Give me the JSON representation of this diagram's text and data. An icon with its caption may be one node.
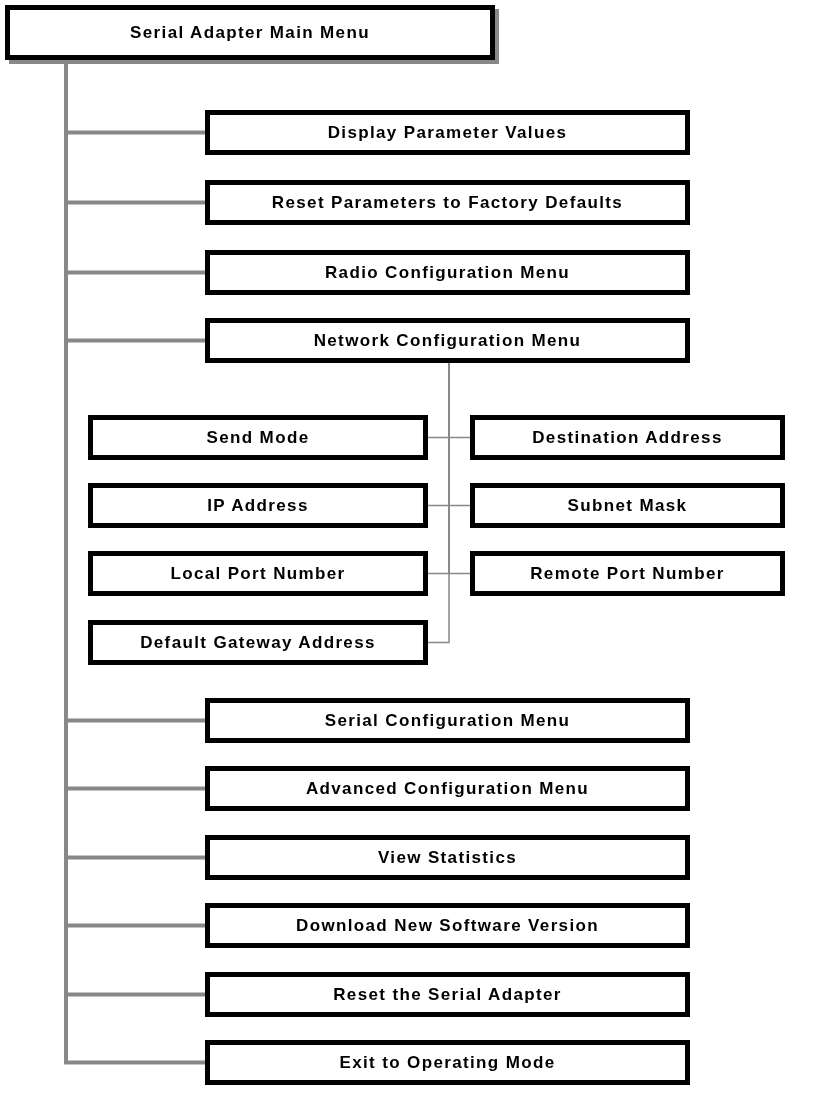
{
  "diagram": {
    "nodes": [
      {
        "text": [
          "Serial Adapter Main Menu"
        ]
      },
      {
        "text": [
          "Display Parameter Values"
        ]
      },
      {
        "text": [
          "Reset Parameters to Factory Defaults"
        ]
      },
      {
        "text": [
          "Radio Configuration Menu"
        ]
      },
      {
        "text": [
          "Network Configuration Menu"
        ]
      },
      {
        "text": [
          "Send Mode"
        ]
      },
      {
        "text": [
          "Destination Address"
        ]
      },
      {
        "text": [
          "IP Address"
        ]
      },
      {
        "text": [
          "Subnet Mask"
        ]
      },
      {
        "text": [
          "Local Port Number"
        ]
      },
      {
        "text": [
          "Remote Port Number"
        ]
      },
      {
        "text": [
          "Default Gateway Address"
        ]
      },
      {
        "text": [
          "Serial Configuration Menu"
        ]
      },
      {
        "text": [
          "Advanced Configuration Menu"
        ]
      },
      {
        "text": [
          "View Statistics"
        ]
      },
      {
        "text": [
          "Download New Software Version"
        ]
      },
      {
        "text": [
          "Reset the Serial Adapter"
        ]
      },
      {
        "text": [
          "Exit to Operating Mode"
        ]
      }
    ],
    "edges": [
      {
        "from": 0,
        "to": 1,
        "arrow": "none"
      },
      {
        "from": 0,
        "to": 2,
        "arrow": "none"
      },
      {
        "from": 0,
        "to": 3,
        "arrow": "none"
      },
      {
        "from": 0,
        "to": 4,
        "arrow": "none"
      },
      {
        "from": 4,
        "to": 5,
        "arrow": "none"
      },
      {
        "from": 4,
        "to": 6,
        "arrow": "none"
      },
      {
        "from": 4,
        "to": 7,
        "arrow": "none"
      },
      {
        "from": 4,
        "to": 8,
        "arrow": "none"
      },
      {
        "from": 4,
        "to": 9,
        "arrow": "none"
      },
      {
        "from": 4,
        "to": 10,
        "arrow": "none"
      },
      {
        "from": 4,
        "to": 11,
        "arrow": "none"
      },
      {
        "from": 0,
        "to": 12,
        "arrow": "none"
      },
      {
        "from": 0,
        "to": 13,
        "arrow": "none"
      },
      {
        "from": 0,
        "to": 14,
        "arrow": "none"
      },
      {
        "from": 0,
        "to": 15,
        "arrow": "none"
      },
      {
        "from": 0,
        "to": 16,
        "arrow": "none"
      },
      {
        "from": 0,
        "to": 17,
        "arrow": "none"
      }
    ]
  }
}
